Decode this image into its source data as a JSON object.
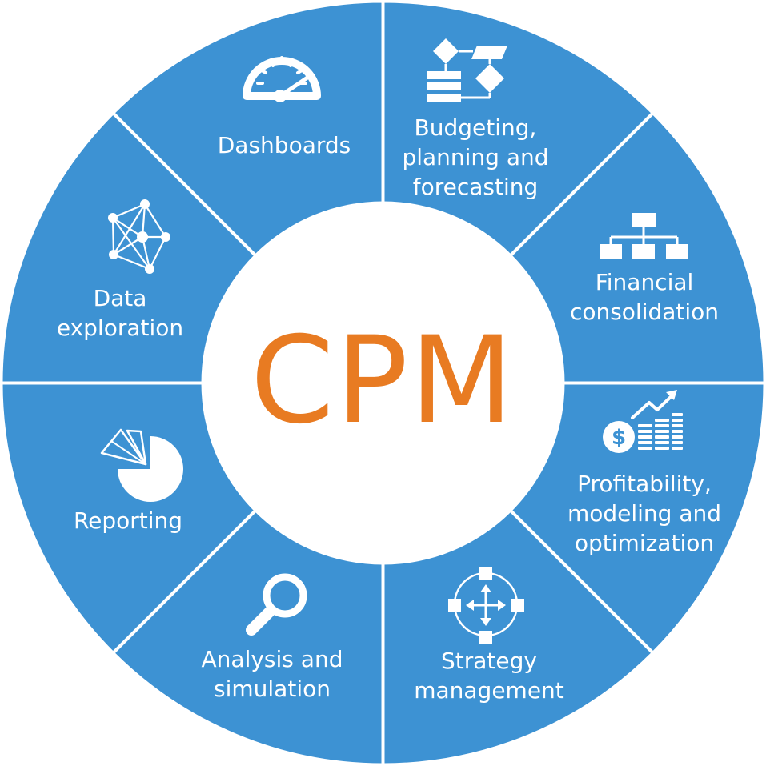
{
  "colors": {
    "segment": "#3d92d3",
    "divider": "#ffffff",
    "center": "#ffffff",
    "accent": "#e87b22"
  },
  "center": {
    "title": "CPM"
  },
  "segments": [
    {
      "label": [
        "Dashboards"
      ],
      "icon": "speedometer-icon"
    },
    {
      "label": [
        "Budgeting,",
        "planning and",
        "forecasting"
      ],
      "icon": "flowchart-icon"
    },
    {
      "label": [
        "Financial",
        "consolidation"
      ],
      "icon": "org-chart-icon"
    },
    {
      "label": [
        "Profitability,",
        "modeling and",
        "optimization"
      ],
      "icon": "coins-growth-icon"
    },
    {
      "label": [
        "Strategy",
        "management"
      ],
      "icon": "strategy-arrows-icon"
    },
    {
      "label": [
        "Analysis and",
        "simulation"
      ],
      "icon": "magnifier-icon"
    },
    {
      "label": [
        "Reporting"
      ],
      "icon": "pie-chart-icon"
    },
    {
      "label": [
        "Data",
        "exploration"
      ],
      "icon": "network-icon"
    }
  ]
}
